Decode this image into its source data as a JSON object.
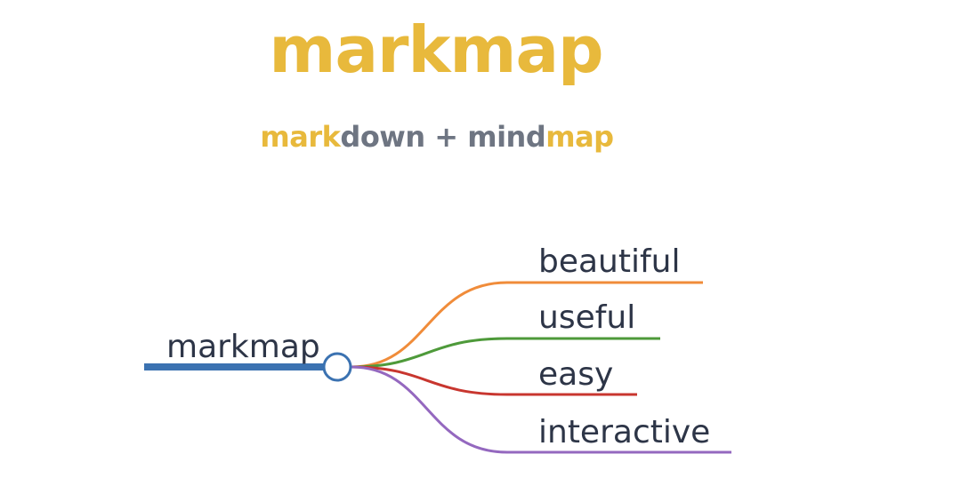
{
  "title": {
    "text": "markmap",
    "color": "#e8b93c"
  },
  "tagline": {
    "part1": "mark",
    "part2": "down",
    "part3": " + ",
    "part4": "mind",
    "part5": "map",
    "accent_color": "#e8b93c",
    "muted_color": "#6e7582"
  },
  "mindmap": {
    "root": {
      "label": "markmap",
      "color": "#3b72b1"
    },
    "children": [
      {
        "label": "beautiful",
        "color": "#f08c3a"
      },
      {
        "label": "useful",
        "color": "#4e9a3a"
      },
      {
        "label": "easy",
        "color": "#c8362f"
      },
      {
        "label": "interactive",
        "color": "#9468bf"
      }
    ],
    "text_color": "#2d3547"
  }
}
